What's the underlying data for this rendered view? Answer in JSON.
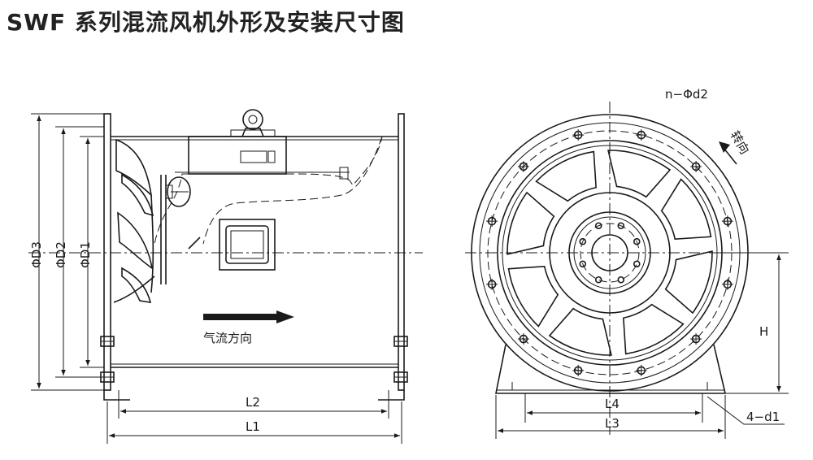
{
  "title": "SWF 系列混流风机外形及安装尺寸图",
  "side_view": {
    "labels": {
      "phi_d3": "ΦD3",
      "phi_d2": "ΦD2",
      "phi_d1": "ΦD1",
      "l2": "L2",
      "l1": "L1",
      "airflow": "气流方向"
    }
  },
  "front_view": {
    "labels": {
      "n_phi_d2": "n−Φd2",
      "rotation": "转向",
      "h": "H",
      "l4": "L4",
      "l3": "L3",
      "four_d1": "4−d1"
    }
  },
  "colors": {
    "line": "#1a1a1a",
    "background": "#ffffff"
  }
}
